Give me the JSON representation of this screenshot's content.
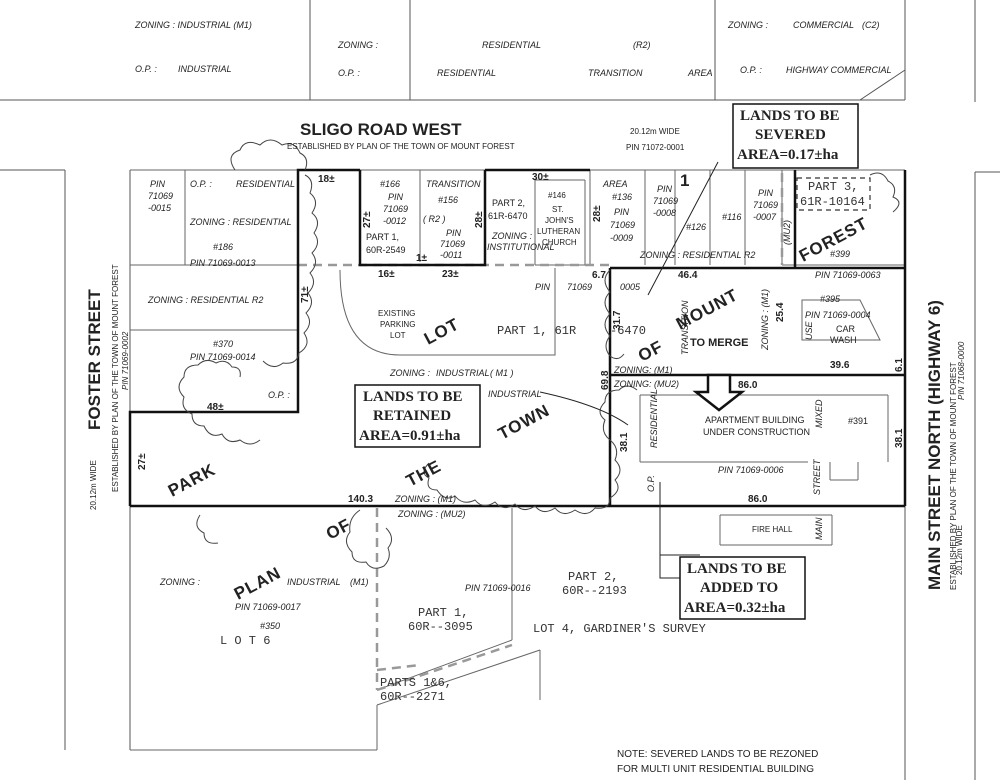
{
  "zoning_top": {
    "z1a": "ZONING : INDUSTRIAL (M1)",
    "op1a": "O.P. :",
    "op1b": "INDUSTRIAL",
    "z2a": "ZONING :",
    "z2b": "RESIDENTIAL",
    "z2c": "(R2)",
    "op2a": "O.P. :",
    "op2b": "RESIDENTIAL",
    "op2c": "TRANSITION",
    "op2d": "AREA",
    "z3a": "ZONING :",
    "z3b": "COMMERCIAL",
    "z3c": "(C2)",
    "op3a": "O.P. :",
    "op3b": "HIGHWAY COMMERCIAL"
  },
  "roads": {
    "sligo": "SLIGO ROAD WEST",
    "sligo_est": "ESTABLISHED BY PLAN OF THE TOWN OF MOUNT FOREST",
    "sligo_wide": "20.12m WIDE",
    "sligo_pin": "PIN 71072-0001",
    "foster": "FOSTER STREET",
    "foster_est": "ESTABLISHED BY PLAN OF THE TOWN OF MOUNT FOREST",
    "foster_pin": "PIN 71069-0002",
    "foster_wide": "20.12m WIDE",
    "main": "MAIN STREET NORTH (HIGHWAY 6)",
    "main_est": "ESTABLISHED BY PLAN OF THE TOWN OF MOUNT FOREST",
    "main_pin": "PIN 71068-0000",
    "main_wide": "20.12m WIDE"
  },
  "callouts": {
    "severed_1": "LANDS TO BE",
    "severed_2": "SEVERED",
    "severed_3": "AREA=0.17±ha",
    "retained_1": "LANDS TO BE",
    "retained_2": "RETAINED",
    "retained_3": "AREA=0.91±ha",
    "added_1": "LANDS TO BE",
    "added_2": "ADDED TO",
    "added_3": "AREA=0.32±ha",
    "to_merge": "TO MERGE"
  },
  "plan_words": {
    "park": "PARK",
    "of1": "OF",
    "the": "THE",
    "town": "TOWN",
    "lot": "LOT",
    "of2": "OF",
    "mount": "MOUNT",
    "forest": "FOREST",
    "plan": "PLAN",
    "of3": "OF",
    "one": "1"
  },
  "parcels": {
    "p0015a": "PIN",
    "p0015b": "71069",
    "p0015c": "-0015",
    "op_res": "O.P. :",
    "op_res2": "RESIDENTIAL",
    "z_res": "ZONING : RESIDENTIAL",
    "n186": "#186",
    "pin0013": "PIN 71069-0013",
    "z_res_r2": "ZONING : RESIDENTIAL R2",
    "n370": "#370",
    "pin0014": "PIN 71069-0014",
    "op_left": "O.P. :",
    "n166": "#166",
    "pin0012a": "PIN",
    "pin0012b": "71069",
    "pin0012c": "-0012",
    "part1a": "PART 1,",
    "part1b": "60R-2549",
    "transition": "TRANSITION",
    "n156": "#156",
    "r2": "( R2 )",
    "pin0011a": "PIN",
    "pin0011b": "71069",
    "pin0011c": "-0011",
    "part2a": "PART 2,",
    "part2b": "61R-6470",
    "zon_inst_a": "ZONING :",
    "zon_inst_b": "INSTITUTIONAL",
    "n146": "#146",
    "church1": "ST.",
    "church2": "JOHN'S",
    "church3": "LUTHERAN",
    "church4": "CHURCH",
    "area_word": "AREA",
    "n136": "#136",
    "pin0009a": "PIN",
    "pin0009b": "71069",
    "pin0009c": "-0009",
    "pin0008a": "PIN",
    "pin0008b": "71069",
    "pin0008c": "-0008",
    "n126": "#126",
    "n116": "#116",
    "pin0007a": "PIN",
    "pin0007b": "71069",
    "pin0007c": "-0007",
    "part3a": "PART 3,",
    "part3b": "61R-10164",
    "mu2": "(MU2)",
    "zon_res_r2b": "ZONING : RESIDENTIAL R2",
    "n399": "#399",
    "pin0063": "PIN 71069-0063",
    "zon_m1_v": "ZONING : (M1)",
    "n395": "#395",
    "pin0004": "PIN 71069-0004",
    "car1": "CAR",
    "car2": "WASH",
    "use": "USE",
    "parking1": "EXISTING",
    "parking2": "PARKING",
    "parking3": "LOT",
    "pin0005a": "PIN",
    "pin0005b": "71069",
    "pin0005c": "0005",
    "part1_61r": "PART 1, 61R",
    "part1_6470": "-6470",
    "zon_ind": "ZONING :",
    "zon_ind2": "INDUSTRIAL",
    "zon_ind3": "( M1 )",
    "industrial": "INDUSTRIAL",
    "zon_m1": "ZONING: (M1)",
    "zon_mu2": "ZONING: (MU2)",
    "apt1": "APARTMENT BUILDING",
    "apt2": "UNDER CONSTRUCTION",
    "n391": "#391",
    "pin0006": "PIN 71069-0006",
    "mixed": "MIXED",
    "street": "STREET",
    "residential_v": "RESIDENTIAL",
    "transition_v": "TRANSITION",
    "op_v": "O.P.",
    "zon_m1_b": "ZONING : (M1)",
    "zon_mu2_b": "ZONING : (MU2)",
    "firehall": "FIRE HALL",
    "main_v": "MAIN",
    "zon_lower": "ZONING :",
    "ind_lower": "INDUSTRIAL",
    "m1_lower": "(M1)",
    "pin0016": "PIN 71069-0016",
    "pin0017": "PIN 71069-0017",
    "n350": "#350",
    "lot6": "L O T     6",
    "part1_3095a": "PART 1,",
    "part1_3095b": "60R--3095",
    "part2_2193a": "PART 2,",
    "part2_2193b": "60R--2193",
    "lot4": "LOT 4, GARDINER'S SURVEY",
    "parts16a": "PARTS 1&6,",
    "parts16b": "60R--2271"
  },
  "dimensions": {
    "d18": "18±",
    "d30": "30±",
    "d27a": "27±",
    "d28a": "28±",
    "d28b": "28±",
    "d16": "16±",
    "d23": "23±",
    "d1": "1±",
    "d71": "71±",
    "d48": "48±",
    "d27b": "27±",
    "d140": "140.3",
    "d67": "6.7",
    "d464": "46.4",
    "d317": "31.7",
    "d254": "25.4",
    "d396": "39.6",
    "d61": "6.1",
    "d698": "69.8",
    "d860a": "86.0",
    "d381a": "38.1",
    "d381b": "38.1",
    "d860b": "86.0"
  },
  "note": {
    "line1": "NOTE: SEVERED LANDS TO BE REZONED",
    "line2": "FOR MULTI UNIT RESIDENTIAL BUILDING"
  }
}
